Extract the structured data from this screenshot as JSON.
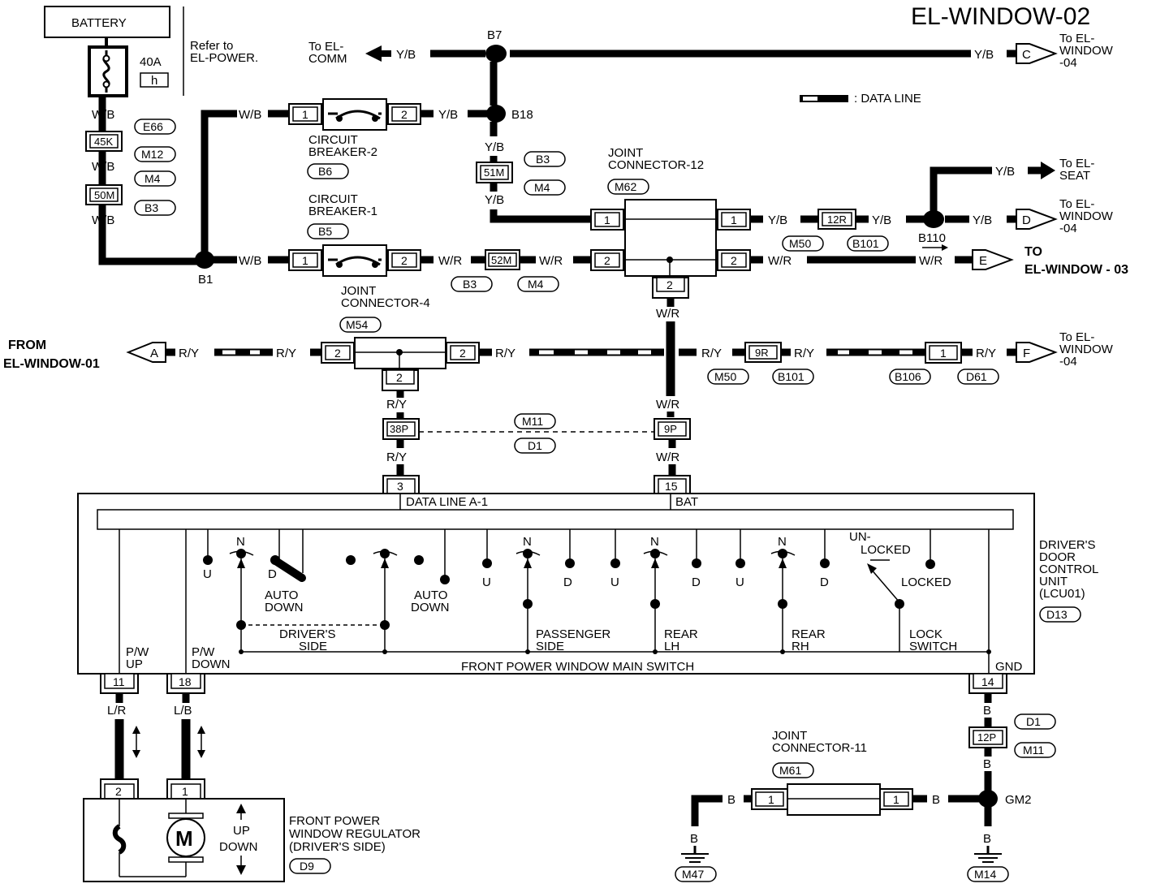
{
  "title": "EL-WINDOW-02",
  "legend": {
    "data_line": ": DATA LINE"
  },
  "power": {
    "battery": "BATTERY",
    "fuse": "40A",
    "fuse_code": "h",
    "refer_1": "Refer to",
    "refer_2": "EL-POWER.",
    "conn_45k": "45K",
    "conn_50m": "50M",
    "tag_e66": "E66",
    "tag_m12": "M12",
    "tag_m4": "M4",
    "tag_b3": "B3"
  },
  "wires": {
    "wb": "W/B",
    "yb": "Y/B",
    "wr": "W/R",
    "ry": "R/Y",
    "lr": "L/R",
    "lb": "L/B",
    "b": "B"
  },
  "splices": {
    "b1": "B1",
    "b7": "B7",
    "b18": "B18",
    "b110": "B110",
    "gm2": "GM2"
  },
  "breakers": {
    "cb2_1": "CIRCUIT",
    "cb2_2": "BREAKER-2",
    "cb2_tag": "B6",
    "cb1_1": "CIRCUIT",
    "cb1_2": "BREAKER-1",
    "cb1_tag": "B5",
    "pin1": "1",
    "pin2": "2"
  },
  "connectors": {
    "c51m": "51M",
    "c52m": "52M",
    "c12r": "12R",
    "c9r": "9R",
    "c38p": "38P",
    "c9p": "9P",
    "c12p": "12P",
    "t_b3": "B3",
    "t_m4": "M4",
    "t_m50": "M50",
    "t_b101": "B101",
    "t_b106": "B106",
    "t_d61": "D61",
    "t_m11": "M11",
    "t_d1": "D1"
  },
  "joints": {
    "jc12_1": "JOINT",
    "jc12_2": "CONNECTOR-12",
    "jc12_tag": "M62",
    "jc4_1": "JOINT",
    "jc4_2": "CONNECTOR-4",
    "jc4_tag": "M54",
    "jc11_1": "JOINT",
    "jc11_2": "CONNECTOR-11",
    "jc11_tag": "M61"
  },
  "destinations": {
    "to_comm_1": "To EL-",
    "to_comm_2": "COMM",
    "to_c_1": "To EL-",
    "to_c_2": "WINDOW",
    "to_c_3": "-04",
    "to_seat_1": "To EL-",
    "to_seat_2": "SEAT",
    "to_d_1": "To EL-",
    "to_d_2": "WINDOW",
    "to_d_3": "-04",
    "to_e_1": "TO",
    "to_e_2": "EL-WINDOW - 03",
    "from_a_1": "FROM",
    "from_a_2": "EL-WINDOW-01",
    "to_f_1": "To EL-",
    "to_f_2": "WINDOW",
    "to_f_3": "-04",
    "label_a": "A",
    "label_c": "C",
    "label_d": "D",
    "label_e": "E",
    "label_f": "F"
  },
  "unit": {
    "name_1": "DRIVER'S",
    "name_2": "DOOR",
    "name_3": "CONTROL",
    "name_4": "UNIT",
    "name_5": "(LCU01)",
    "tag": "D13",
    "data_line": "DATA LINE A-1",
    "bat": "BAT",
    "gnd": "GND",
    "pin3": "3",
    "pin15": "15",
    "pin11": "11",
    "pin18": "18",
    "pin14": "14",
    "pw_up_1": "P/W",
    "pw_up_2": "UP",
    "pw_down_1": "P/W",
    "pw_down_2": "DOWN",
    "main_switch": "FRONT POWER WINDOW MAIN SWITCH",
    "u": "U",
    "n": "N",
    "d": "D",
    "auto1_1": "AUTO",
    "auto1_2": "DOWN",
    "auto2_1": "AUTO",
    "auto2_2": "DOWN",
    "drivers_1": "DRIVER'S",
    "drivers_2": "SIDE",
    "pass_1": "PASSENGER",
    "pass_2": "SIDE",
    "rearlh_1": "REAR",
    "rearlh_2": "LH",
    "rearrh_1": "REAR",
    "rearrh_2": "RH",
    "unlocked_1": "UN-",
    "unlocked_2": "LOCKED",
    "locked": "LOCKED",
    "lock_1": "LOCK",
    "lock_2": "SWITCH"
  },
  "regulator": {
    "pin2": "2",
    "pin1": "1",
    "motor": "M",
    "up": "UP",
    "down": "DOWN",
    "name_1": "FRONT POWER",
    "name_2": "WINDOW REGULATOR",
    "name_3": "(DRIVER'S SIDE)",
    "tag": "D9"
  },
  "ground": {
    "m47": "M47",
    "m14": "M14",
    "d1": "D1",
    "m11": "M11",
    "pin1": "1"
  }
}
